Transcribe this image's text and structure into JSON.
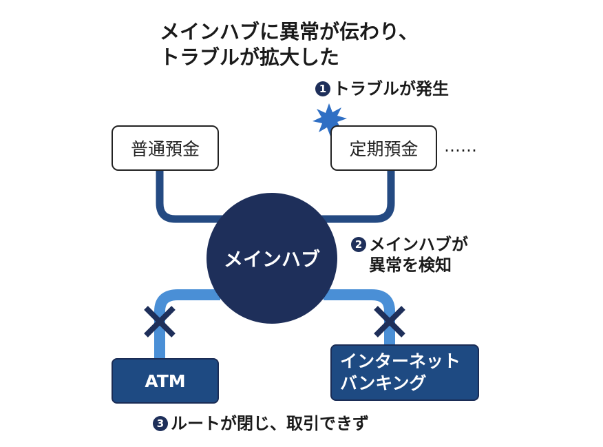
{
  "title": {
    "line1": "メインハブに異常が伝わり、",
    "line2": "トラブルが拡大した"
  },
  "steps": [
    {
      "num": "1",
      "text": "トラブルが発生"
    },
    {
      "num": "2",
      "line1": "メインハブが",
      "line2": "異常を検知"
    },
    {
      "num": "3",
      "text": "ルートが閉じ、取引できず"
    }
  ],
  "nodes": {
    "ordinary_deposit": "普通預金",
    "time_deposit": "定期預金",
    "ellipsis": "……",
    "hub": "メインハブ",
    "atm": "ATM",
    "internet_banking_line1": "インターネット",
    "internet_banking_line2": "バンキング"
  },
  "colors": {
    "navy": "#1e2f5a",
    "upper_line": "#244a82",
    "lower_line": "#4a8fd6",
    "blocked_box": "#1e4a82",
    "burst": "#2f6fc4"
  },
  "icons": [
    "burst-icon",
    "x-mark-icon"
  ]
}
